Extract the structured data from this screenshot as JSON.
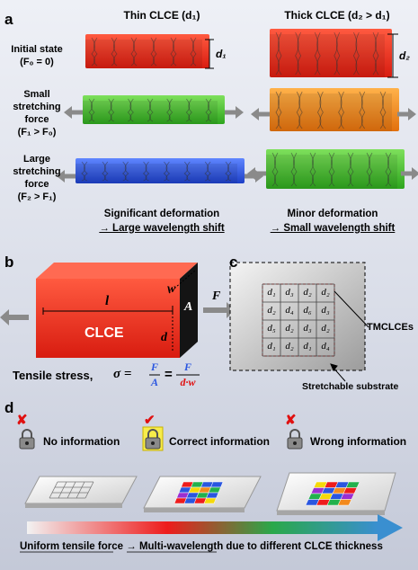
{
  "panel_a": {
    "label": "a",
    "col_thin": "Thin CLCE (d₁)",
    "col_thick": "Thick CLCE (d₂ > d₁)",
    "rows": [
      {
        "l1": "Initial state",
        "l2": "(F₀ = 0)",
        "l3": ""
      },
      {
        "l1": "Small",
        "l2": "stretching force",
        "l3": "(F₁ > F₀)"
      },
      {
        "l1": "Large",
        "l2": "stretching force",
        "l3": "(F₂ > F₁)"
      }
    ],
    "dim_thin": "d₁",
    "dim_thick": "d₂",
    "bottom_thin_1": "Significant deformation",
    "bottom_thin_2": "→ Large wavelength shift",
    "bottom_thick_1": "Minor deformation",
    "bottom_thick_2": "→ Small wavelength shift",
    "colors": {
      "red": "#ee2b1c",
      "green": "#3fbf2c",
      "blue": "#2a56e0",
      "orange": "#f38a1c"
    }
  },
  "panel_b": {
    "label": "b",
    "block_label": "CLCE",
    "l_label": "l",
    "w_label": "w",
    "d_label": "d",
    "A_label": "A",
    "F_label": "F",
    "formula_prefix": "Tensile stress,",
    "sigma": "σ =",
    "frac1_num": "F",
    "frac1_den": "A",
    "eq": "=",
    "frac2_num": "F",
    "frac2_den": "d·w"
  },
  "panel_c": {
    "label": "c",
    "grid": [
      [
        "d₁",
        "d₃",
        "d₂",
        "d₂"
      ],
      [
        "d₂",
        "d₄",
        "d₆",
        "d₃"
      ],
      [
        "d₅",
        "d₂",
        "d₃",
        "d₂"
      ],
      [
        "d₁",
        "d₂",
        "d₁",
        "d₄"
      ]
    ],
    "tmclce_label": "TMCLCEs",
    "substrate_label": "Stretchable substrate"
  },
  "panel_d": {
    "label": "d",
    "items": [
      {
        "mark": "✘",
        "text": "No information"
      },
      {
        "mark": "✔",
        "text": "Correct information"
      },
      {
        "mark": "✘",
        "text": "Wrong information"
      }
    ],
    "caption_1": "Uniform tensile force",
    "caption_arrow": "→",
    "caption_2": "Multi-wavelength due to different CLCE thickness"
  }
}
